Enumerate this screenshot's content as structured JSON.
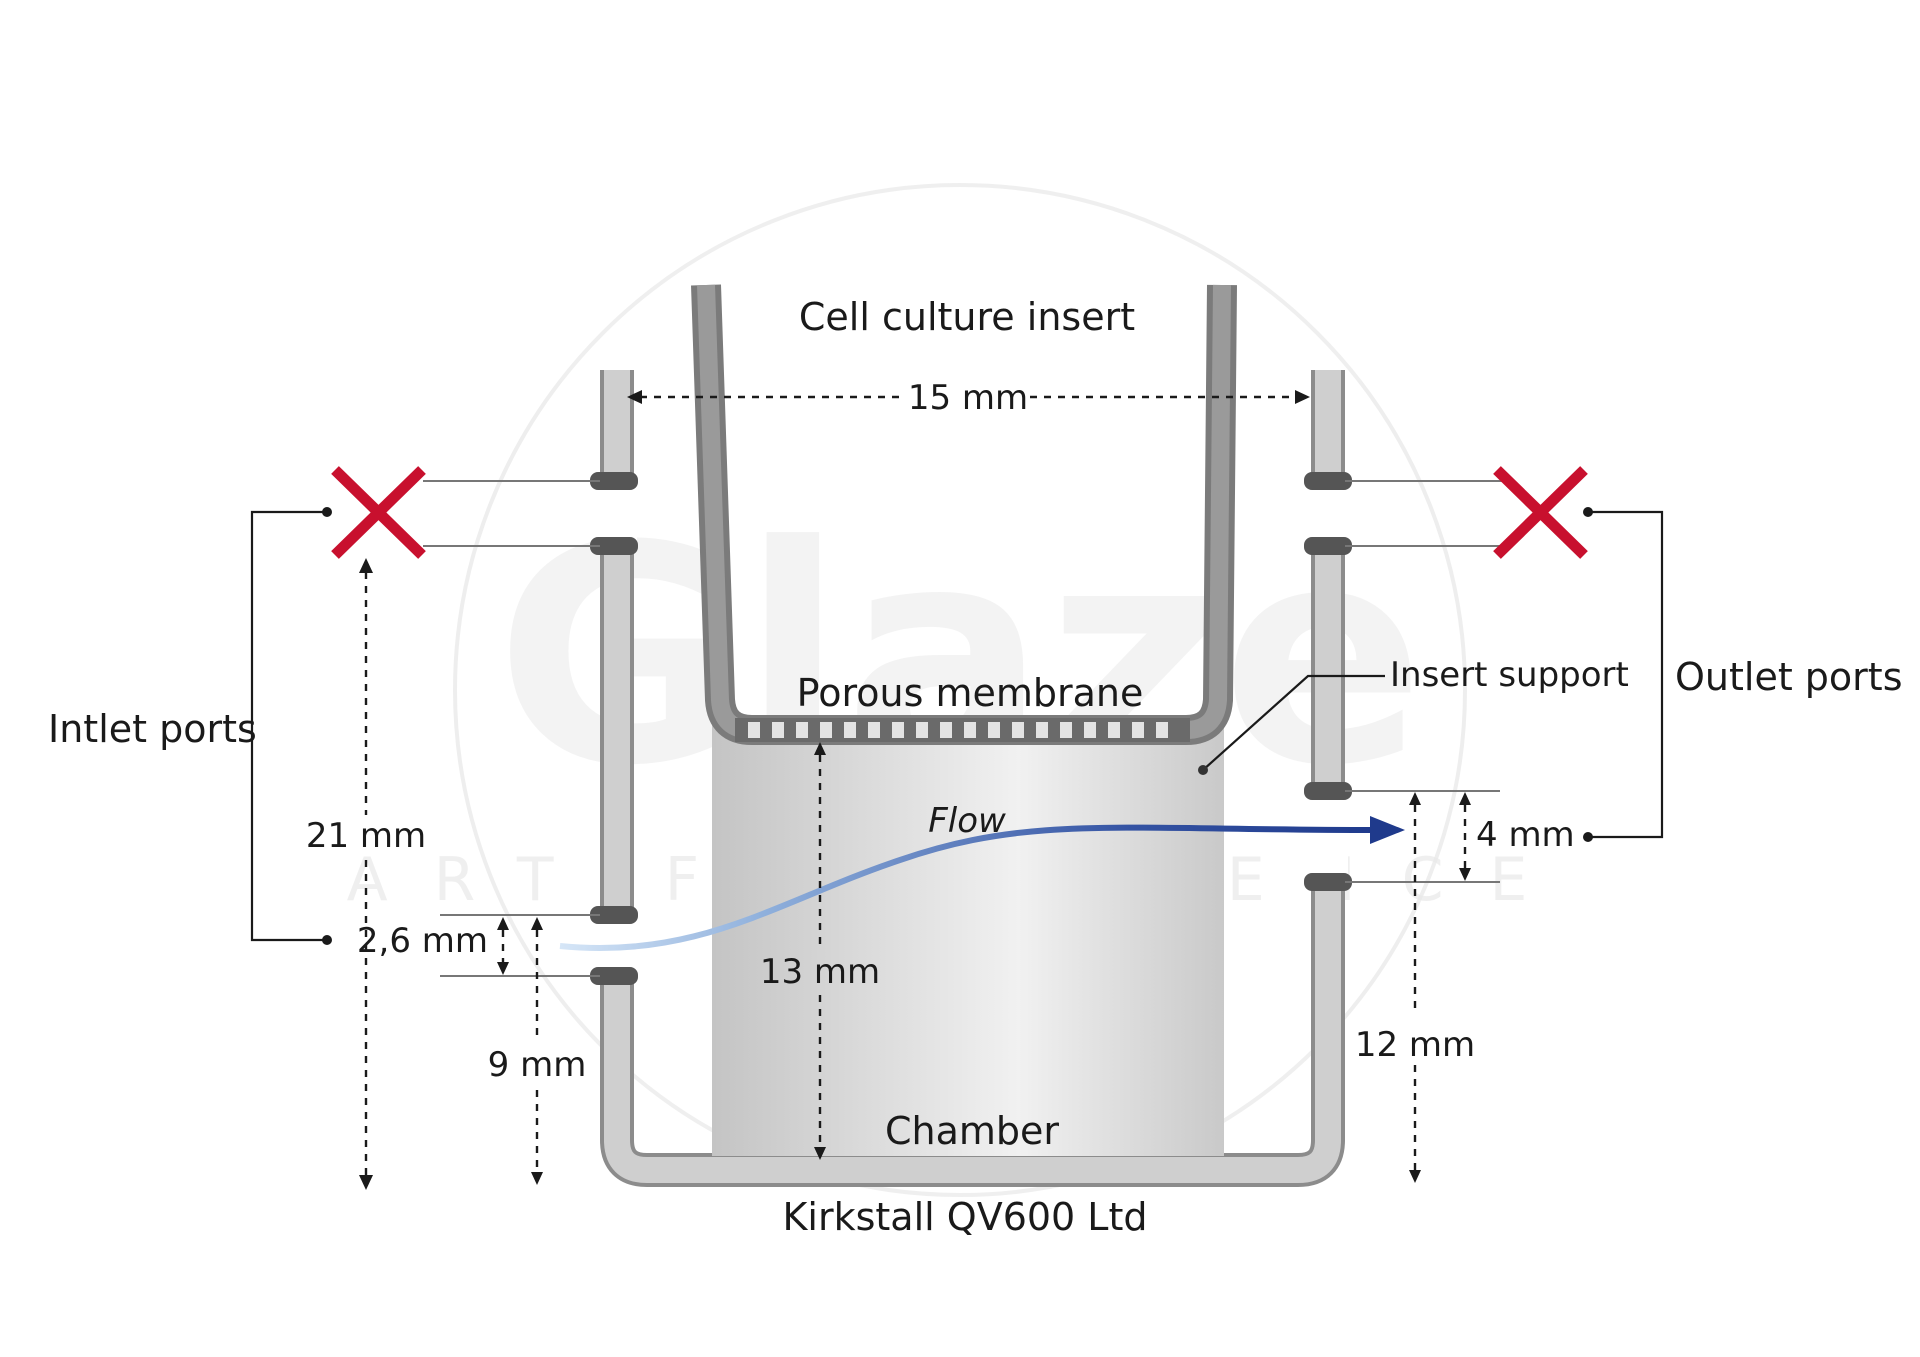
{
  "labels": {
    "cell_culture_insert": "Cell culture insert",
    "width_15": "15 mm",
    "porous_membrane": "Porous membrane",
    "insert_support": "Insert support",
    "outlet_ports": "Outlet ports",
    "inlet_ports": "Intlet ports",
    "flow": "Flow",
    "dim_21": "21 mm",
    "dim_4": "4 mm",
    "dim_2_6": "2,6 mm",
    "dim_13": "13 mm",
    "dim_9": "9 mm",
    "dim_12": "12 mm",
    "chamber": "Chamber",
    "product": "Kirkstall QV600 Ltd"
  },
  "watermark": {
    "brand": "Glaze",
    "tagline": "ART FOR SCIENCE"
  },
  "colors": {
    "port_cross": "#c8102e",
    "flow_start": "#b9d3ee",
    "flow_end": "#1f3a8c",
    "wall_gray": "#bdbdbd",
    "insert_gray": "#8a8a8a"
  }
}
